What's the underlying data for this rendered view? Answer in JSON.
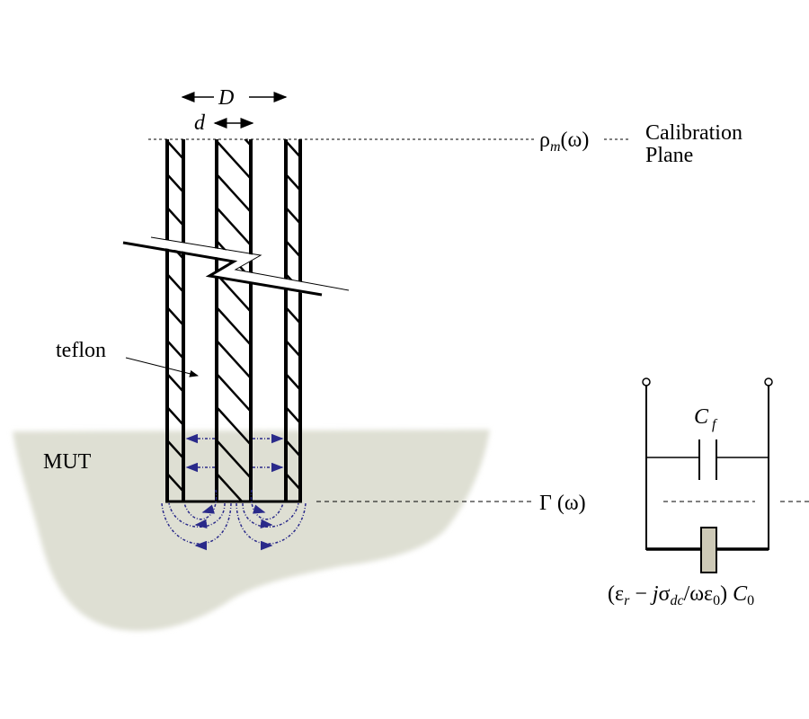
{
  "figure": {
    "title": "Open-ended coaxial probe measurement setup and equivalent circuit",
    "colors": {
      "mut_fill": "#dedfd3",
      "field_lines": "#2a2a8a",
      "conductor": "#000000",
      "capacitor_dielectric": "#cdc9b6"
    }
  },
  "labels": {
    "outer_diameter": "D",
    "inner_diameter": "d",
    "reflection_meas_symbol": "ρ",
    "reflection_meas_subscript": "m",
    "reflection_meas_arg": "(ω)",
    "calibration_plane_line1": "Calibration",
    "calibration_plane_line2": "Plane",
    "teflon": "teflon",
    "mut": "MUT",
    "reflection_aperture": "Γ (ω)",
    "fringe_cap_symbol": "C",
    "fringe_cap_subscript": "f",
    "sample_cap_open": "(ε",
    "sample_cap_r": "r",
    "sample_cap_minus": " − ",
    "sample_cap_j": "j",
    "sample_cap_sigma": "σ",
    "sample_cap_dc": "dc",
    "sample_cap_div": "/ωε",
    "sample_cap_zero": "0",
    "sample_cap_close": ") ",
    "sample_cap_C": "C",
    "sample_cap_C0": "0"
  }
}
